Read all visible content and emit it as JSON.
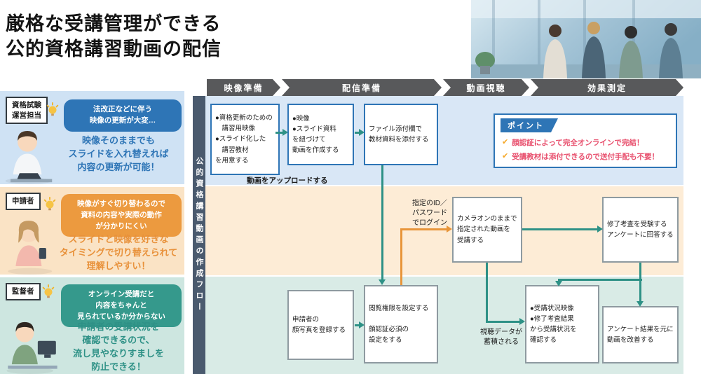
{
  "colors": {
    "blue_accent": "#2e75b6",
    "orange_accent": "#e8953a",
    "teal_accent": "#2e9186",
    "point_text_red": "#e8506e",
    "stage_gray": "#58595b"
  },
  "title": {
    "line1": "厳格な受講管理ができる",
    "line2": "公的資格講習動画の配信"
  },
  "flow_bar_label": "公的資格講習動画の作成フロー",
  "stages": [
    "映像準備",
    "配信準備",
    "動画視聴",
    "効果測定"
  ],
  "icons": {
    "check": "✔",
    "bullet": "●"
  },
  "personas": [
    {
      "role": "資格試験\n運営担当",
      "bubble": "法改正などに伴う\n映像の更新が大変…",
      "statement": "映像そのままでも\nスライドを入れ替えれば\n内容の更新が可能！"
    },
    {
      "role": "申請者",
      "bubble": "映像がすぐ切り替わるので\n資料の内容や実際の動作\nが分かりにくい",
      "statement": "スライドと映像を好きな\nタイミングで切り替えられて\n理解しやすい！"
    },
    {
      "role": "監督者",
      "bubble": "オンライン受講だと\n内容をちゃんと\n見られているか分からない",
      "statement": "申請者の受講状況を\n確認できるので、\n流し見やなりすましを\n防止できる！"
    }
  ],
  "flow_boxes": {
    "prepare_materials": "●資格更新のための\n　講習用映像\n●スライド化した\n　講習教材\nを用意する",
    "create_video": "●映像\n●スライド資料\nを紐づけて\n動画を作成する",
    "attach_materials": "ファイル添付欄で\n教材資料を添付する",
    "watch_video": "カメラオンのままで\n指定された動画を\n受講する",
    "take_exam": "修了考査を受験する\nアンケートに回答する",
    "register_photo": "申請者の\n顔写真を登録する",
    "set_permission": "閲覧権限を設定する\n\n顔認証必須の\n設定をする",
    "check_status": "●受講状況映像\n●修了考査結果\nから受講状況を\n確認する",
    "improve_video": "アンケート結果を元に\n動画を改善する"
  },
  "flow_labels": {
    "upload": "動画をアップロードする",
    "login": "指定のID／\nパスワード\nでログイン",
    "data_accumulate": "視聴データが\n蓄積される"
  },
  "point": {
    "header": "ポイント",
    "items": [
      "顔認証によって完全オンラインで完結！",
      "受講教材は添付できるので送付手配も不要！"
    ]
  }
}
